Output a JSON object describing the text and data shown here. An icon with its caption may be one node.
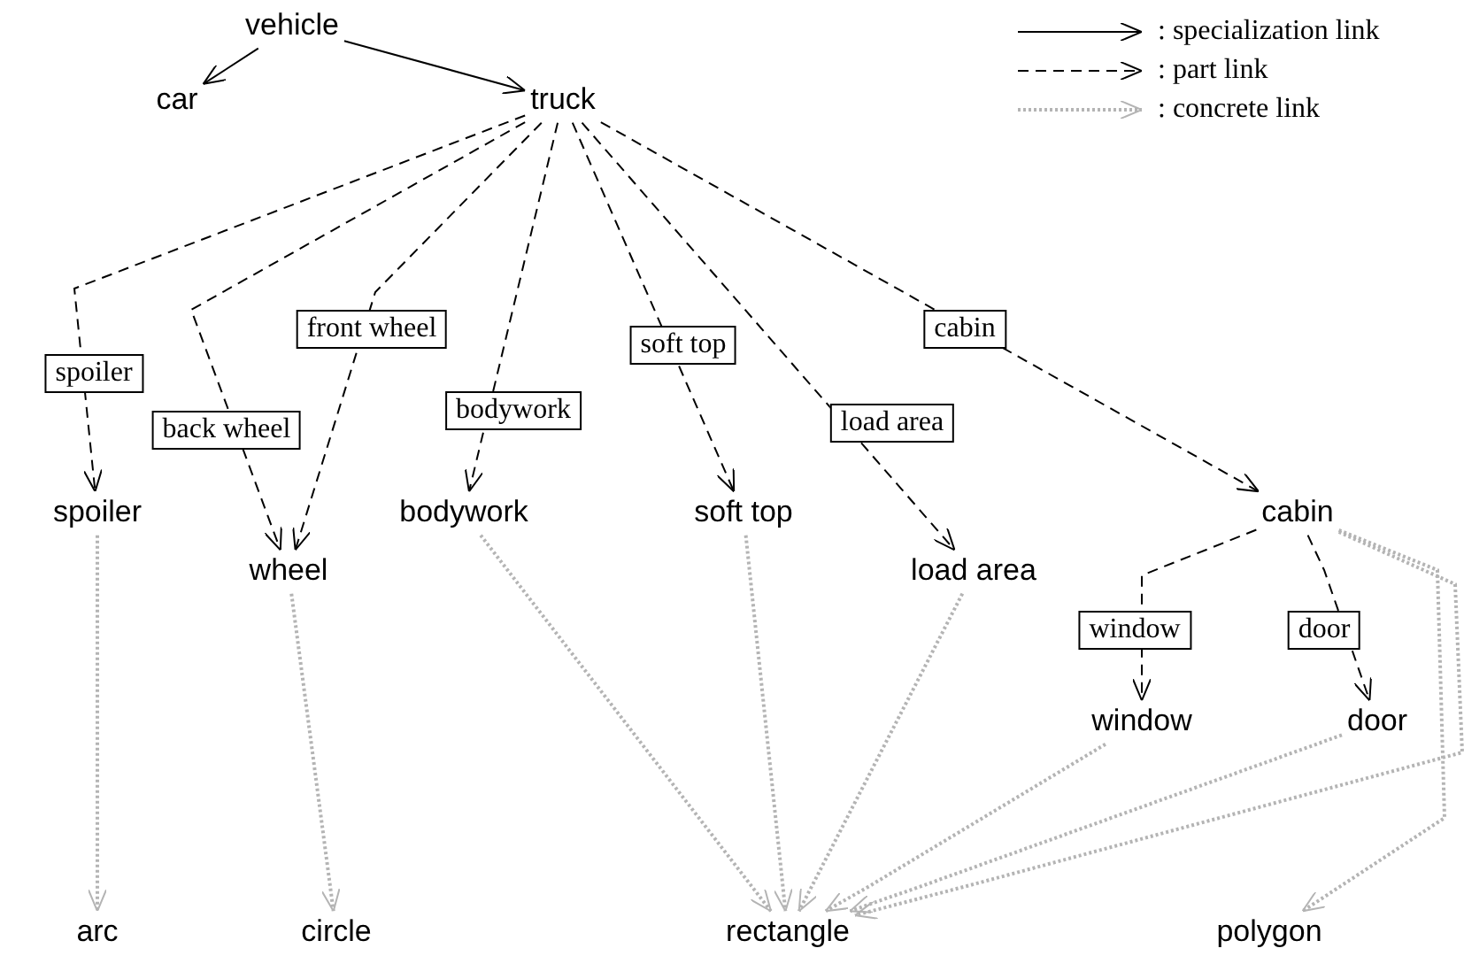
{
  "diagram": {
    "nodes": [
      {
        "text": [
          "vehicle"
        ]
      },
      {
        "text": [
          "car"
        ]
      },
      {
        "text": [
          "truck"
        ]
      },
      {
        "text": [
          "spoiler"
        ]
      },
      {
        "text": [
          "bodywork"
        ]
      },
      {
        "text": [
          "soft top"
        ]
      },
      {
        "text": [
          "cabin"
        ]
      },
      {
        "text": [
          "wheel"
        ]
      },
      {
        "text": [
          "load area"
        ]
      },
      {
        "text": [
          "window"
        ]
      },
      {
        "text": [
          "door"
        ]
      },
      {
        "text": [
          "arc"
        ]
      },
      {
        "text": [
          "circle"
        ]
      },
      {
        "text": [
          "rectangle"
        ]
      },
      {
        "text": [
          "polygon"
        ]
      }
    ],
    "edges": [
      {
        "from": 0,
        "to": 1,
        "arrow": "to"
      },
      {
        "from": 0,
        "to": 2,
        "arrow": "to"
      },
      {
        "from": 2,
        "to": 3,
        "arrow": "to",
        "label": "spoiler",
        "style": "dashed"
      },
      {
        "from": 2,
        "to": 7,
        "arrow": "to",
        "label": "back wheel",
        "style": "dashed"
      },
      {
        "from": 2,
        "to": 7,
        "arrow": "to",
        "label": "front wheel",
        "style": "dashed"
      },
      {
        "from": 2,
        "to": 4,
        "arrow": "to",
        "label": "bodywork",
        "style": "dashed"
      },
      {
        "from": 2,
        "to": 5,
        "arrow": "to",
        "label": "soft top",
        "style": "dashed"
      },
      {
        "from": 2,
        "to": 8,
        "arrow": "to",
        "label": "load area",
        "style": "dashed"
      },
      {
        "from": 2,
        "to": 6,
        "arrow": "to",
        "label": "cabin",
        "style": "dashed"
      },
      {
        "from": 6,
        "to": 9,
        "arrow": "to",
        "label": "window",
        "style": "dashed"
      },
      {
        "from": 6,
        "to": 10,
        "arrow": "to",
        "label": "door",
        "style": "dashed"
      },
      {
        "from": 3,
        "to": 11,
        "arrow": "to",
        "style": "dashed",
        "color": "#b4b4b4"
      },
      {
        "from": 7,
        "to": 12,
        "arrow": "to",
        "style": "dashed",
        "color": "#b4b4b4"
      },
      {
        "from": 4,
        "to": 13,
        "arrow": "to",
        "style": "dashed",
        "color": "#b4b4b4"
      },
      {
        "from": 5,
        "to": 13,
        "arrow": "to",
        "style": "dashed",
        "color": "#b4b4b4"
      },
      {
        "from": 8,
        "to": 13,
        "arrow": "to",
        "style": "dashed",
        "color": "#b4b4b4"
      },
      {
        "from": 9,
        "to": 13,
        "arrow": "to",
        "style": "dashed",
        "color": "#b4b4b4"
      },
      {
        "from": 10,
        "to": 13,
        "arrow": "to",
        "style": "dashed",
        "color": "#b4b4b4"
      },
      {
        "from": 6,
        "to": 13,
        "arrow": "to",
        "style": "dashed",
        "color": "#b4b4b4"
      },
      {
        "from": 6,
        "to": 14,
        "arrow": "to",
        "style": "dashed",
        "color": "#b4b4b4"
      }
    ],
    "legend": [
      {
        "text": ": specialization link"
      },
      {
        "text": ": part link"
      },
      {
        "text": ": concrete link"
      }
    ]
  }
}
